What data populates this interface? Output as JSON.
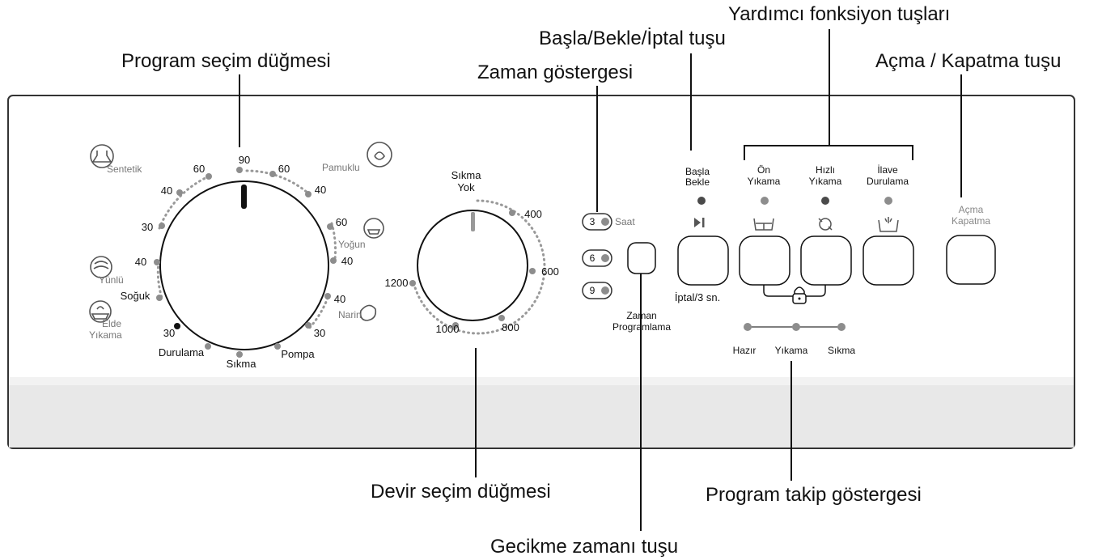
{
  "callouts": {
    "program_knob": "Program seçim düğmesi",
    "time_indicator": "Zaman göstergesi",
    "start_pause_cancel": "Başla/Bekle/İptal tuşu",
    "aux_functions": "Yardımcı fonksiyon tuşları",
    "power": "Açma / Kapatma tuşu",
    "spin_knob": "Devir seçim düğmesi",
    "delay_button": "Gecikme zamanı tuşu",
    "progress_indicator": "Program takip göstergesi"
  },
  "program_dial": {
    "groups": {
      "sentetik": "Sentetik",
      "pamuklu": "Pamuklu",
      "yogun": "Yoğun",
      "yunlu": "Yünlü",
      "elde_yikama": [
        "Elde",
        "Yıkama"
      ],
      "narin": "Narin"
    },
    "temps": {
      "top": "90",
      "sent_60": "60",
      "sent_40": "40",
      "sent_30": "30",
      "pam_60": "60",
      "pam_40": "40",
      "yog_60": "60",
      "yog_40": "40",
      "yun_40": "40",
      "soguk": "Soğuk",
      "elde_30": "30",
      "narin_40": "40",
      "narin_30": "30"
    },
    "bottom": {
      "durulama": "Durulama",
      "sikma": "Sıkma",
      "pompa": "Pompa"
    }
  },
  "spin_dial": {
    "top_label": [
      "Sıkma",
      "Yok"
    ],
    "speeds": [
      "400",
      "600",
      "800",
      "1000",
      "1200"
    ]
  },
  "time_indicator": {
    "hours": [
      "3",
      "6",
      "9"
    ],
    "unit": "Saat"
  },
  "delay_label": [
    "Zaman",
    "Programlama"
  ],
  "buttons": {
    "start": {
      "label": [
        "Başla",
        "Bekle"
      ],
      "sub": "İptal/3 sn."
    },
    "prewash": {
      "label": [
        "Ön",
        "Yıkama"
      ]
    },
    "quick": {
      "label": [
        "Hızlı",
        "Yıkama"
      ]
    },
    "extra_rinse": {
      "label": [
        "İlave",
        "Durulama"
      ]
    },
    "power": {
      "label": [
        "Açma",
        "Kapatma"
      ]
    }
  },
  "progress": [
    "Hazır",
    "Yıkama",
    "Sıkma"
  ],
  "icons": [
    "play-pause-icon",
    "prewash-tub-icon",
    "quick-wash-icon",
    "extra-rinse-icon",
    "child-lock-icon"
  ],
  "colors": {
    "led": "#8d8d8d",
    "led_dark": "#4a4a4a",
    "panel_stroke": "#333333",
    "panel_shade": "#e6e6e6",
    "dot_arc": "#999999",
    "knob_marker": "#111111"
  }
}
